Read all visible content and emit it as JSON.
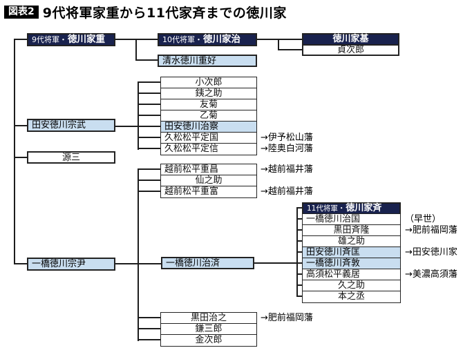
{
  "title": {
    "badge": "図表2",
    "text": "9代将軍家重から11代家斉までの徳川家"
  },
  "colors": {
    "navy_box": "#19224e",
    "light_blue_box": "#c9def0",
    "line": "#1c1c1c",
    "badge_bg": "#000000"
  },
  "nodes": {
    "shogun9": {
      "prefix": "9代将軍・",
      "name": "徳川家重"
    },
    "shogun10": {
      "prefix": "10代将軍・",
      "name": "徳川家治"
    },
    "shogun11": {
      "prefix": "11代将軍・",
      "name": "徳川家斉"
    },
    "shimizu": {
      "label": "清水徳川重好"
    },
    "iemoto": {
      "label": "徳川家基"
    },
    "sadajiro": {
      "label": "貞次郎"
    },
    "munetake": {
      "label": "田安徳川宗武"
    },
    "genzo": {
      "label": "源三"
    },
    "munetada": {
      "label": "一橋徳川宗尹"
    },
    "harusada": {
      "label": "一橋徳川治済"
    }
  },
  "munetake_children": [
    {
      "label": "小次郎"
    },
    {
      "label": "銕之助"
    },
    {
      "label": "友菊"
    },
    {
      "label": "乙菊"
    },
    {
      "label": "田安徳川治察"
    },
    {
      "label": "久松松平定国",
      "note": "→伊予松山藩"
    },
    {
      "label": "久松松平定信",
      "note": "→陸奥白河藩"
    }
  ],
  "munetada_children_upper": [
    {
      "label": "越前松平重昌",
      "note": "→越前福井藩"
    },
    {
      "label": "仙之助"
    },
    {
      "label": "越前松平重富",
      "note": "→越前福井藩"
    }
  ],
  "munetada_children_lower": [
    {
      "label": "黒田治之",
      "note": "→肥前福岡藩"
    },
    {
      "label": "鎌三郎"
    },
    {
      "label": "金次郎"
    }
  ],
  "harusada_children": [
    {
      "label": "一橋徳川治国",
      "note": "（早世）"
    },
    {
      "label": "黒田斉隆",
      "note": "→肥前福岡藩"
    },
    {
      "label": "雄之助"
    },
    {
      "label": "田安徳川斉匡",
      "note": "→田安徳川家"
    },
    {
      "label": "一橋徳川斉敦"
    },
    {
      "label": "高須松平義居",
      "note": "→美濃高須藩"
    },
    {
      "label": "久之助"
    },
    {
      "label": "本之丞"
    }
  ]
}
